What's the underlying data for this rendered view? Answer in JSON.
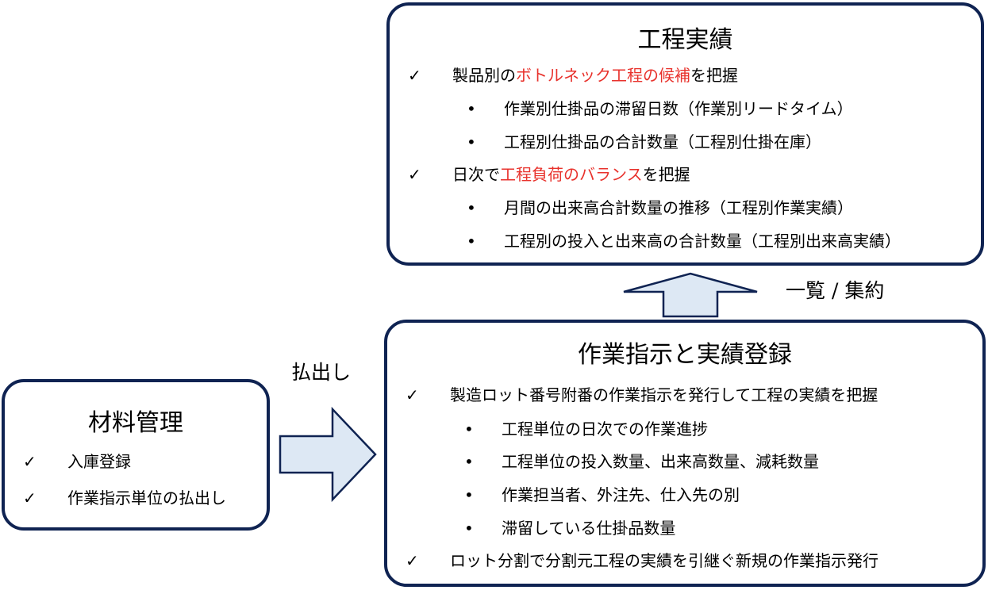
{
  "colors": {
    "border": "#0f2352",
    "arrow_fill": "#dde8f4",
    "highlight": "#e8322c",
    "text": "#000000"
  },
  "markers": {
    "check": "✓",
    "bullet": "•"
  },
  "material": {
    "title": "材料管理",
    "items": [
      "入庫登録",
      "作業指示単位の払出し"
    ]
  },
  "arrow_right_label": "払出し",
  "work": {
    "title": "作業指示と実績登録",
    "item1": "製造ロット番号附番の作業指示を発行して工程の実績を把握",
    "subitems": [
      "工程単位の日次での作業進捗",
      "工程単位の投入数量、出来高数量、減耗数量",
      "作業担当者、外注先、仕入先の別",
      "滞留している仕掛品数量"
    ],
    "item2": "ロット分割で分割元工程の実績を引継ぐ新規の作業指示発行"
  },
  "arrow_up_label": "一覧 / 集約",
  "process": {
    "title": "工程実績",
    "item1": {
      "pre": "製品別の",
      "highlight": "ボトルネック工程の候補",
      "post": "を把握"
    },
    "item1_subs": [
      "作業別仕掛品の滞留日数（作業別リードタイム）",
      "工程別仕掛品の合計数量（工程別仕掛在庫）"
    ],
    "item2": {
      "pre": "日次で",
      "highlight": "工程負荷のバランス",
      "post": "を把握"
    },
    "item2_subs": [
      "月間の出来高合計数量の推移（工程別作業実績）",
      "工程別の投入と出来高の合計数量（工程別出来高実績）"
    ]
  }
}
